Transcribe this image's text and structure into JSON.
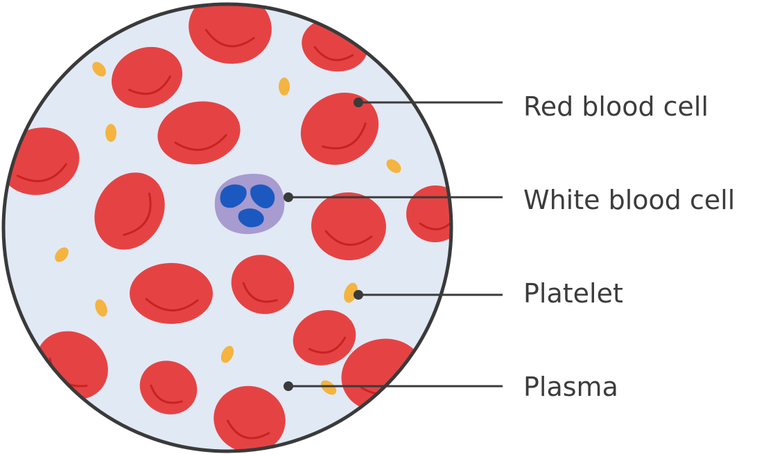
{
  "labels": {
    "red_blood_cell": "Red blood cell",
    "white_blood_cell": "White blood cell",
    "platelet": "Platelet",
    "plasma": "Plasma"
  },
  "colors": {
    "plasma": "#e1e9f5",
    "outline": "#3a3a3a",
    "red_cell": "#e54343",
    "red_cell_shade": "#c92222",
    "white_cell_body": "#a79bd0",
    "white_cell_nucleus": "#1b59c0",
    "platelet": "#f4b43f",
    "leader_line": "#3a3a3a",
    "text": "#3c3c3c"
  }
}
